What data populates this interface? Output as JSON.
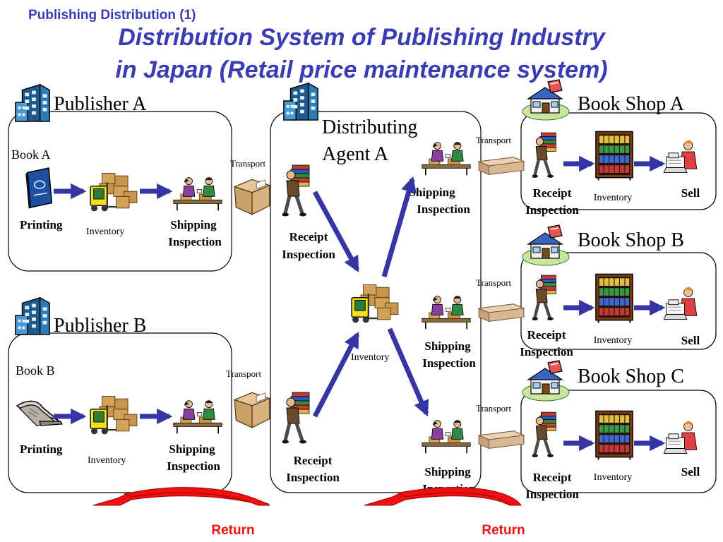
{
  "header": {
    "section_label": "Publishing Distribution (1)",
    "title_line1": "Distribution System of Publishing Industry",
    "title_line2": "in Japan (Retail price maintenance system)"
  },
  "colors": {
    "title_blue": "#3a3cb5",
    "arrow_blue": "#3535a5",
    "return_red": "#ee1111",
    "box_border": "#000000"
  },
  "publisher_a": {
    "name": "Publisher A",
    "book": "Book A",
    "printing": "Printing",
    "inventory": "Inventory",
    "shipping_line1": "Shipping",
    "shipping_line2": "Inspection"
  },
  "publisher_b": {
    "name": "Publisher B",
    "book": "Book B",
    "printing": "Printing",
    "inventory": "Inventory",
    "shipping_line1": "Shipping",
    "shipping_line2": "Inspection"
  },
  "agent": {
    "name_line1": "Distributing",
    "name_line2": "Agent A",
    "receipt_top_line1": "Receipt",
    "receipt_top_line2": "Inspection",
    "receipt_bottom_line1": "Receipt",
    "receipt_bottom_line2": "Inspection",
    "inventory": "Inventory",
    "ship1_line1": "Shipping",
    "ship1_line2": "Inspection",
    "ship2_line1": "Shipping",
    "ship2_line2": "Inspection",
    "ship3_line1": "Shipping",
    "ship3_line2": "Inspection"
  },
  "transport": {
    "pub_a": "Transport",
    "pub_b": "Transport",
    "shop_a": "Transport",
    "shop_b": "Transport",
    "shop_c": "Transport"
  },
  "shops": [
    {
      "name": "Book Shop A",
      "receipt_line1": "Receipt",
      "receipt_line2": "Inspection",
      "inventory": "Inventory",
      "sell": "Sell"
    },
    {
      "name": "Book Shop B",
      "receipt_line1": "Receipt",
      "receipt_line2": "Inspection",
      "inventory": "Inventory",
      "sell": "Sell"
    },
    {
      "name": "Book Shop C",
      "receipt_line1": "Receipt",
      "receipt_line2": "Inspection",
      "inventory": "Inventory",
      "sell": "Sell"
    }
  ],
  "returns": {
    "left": "Return",
    "right": "Return"
  },
  "icons": {
    "building": "office-building-icon",
    "shop": "book-shop-icon",
    "book": "book-icon",
    "inventory": "boxes-forklift-icon",
    "workers": "packing-workers-icon",
    "carrier": "porter-carrying-books-icon",
    "parcel": "cardboard-parcel-icon",
    "bookshelf": "bookshelf-icon",
    "cashier": "cashier-icon"
  }
}
